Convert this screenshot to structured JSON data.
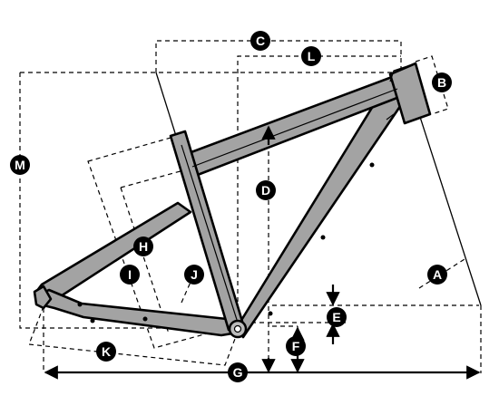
{
  "diagram": {
    "frame_color": "#a3a3a3",
    "line_color": "#000000",
    "label_fill": "#000000",
    "label_text_color": "#ffffff",
    "labels": {
      "A": "A",
      "B": "B",
      "C": "C",
      "D": "D",
      "E": "E",
      "F": "F",
      "G": "G",
      "H": "H",
      "I": "I",
      "J": "J",
      "K": "K",
      "L": "L",
      "M": "M"
    }
  }
}
